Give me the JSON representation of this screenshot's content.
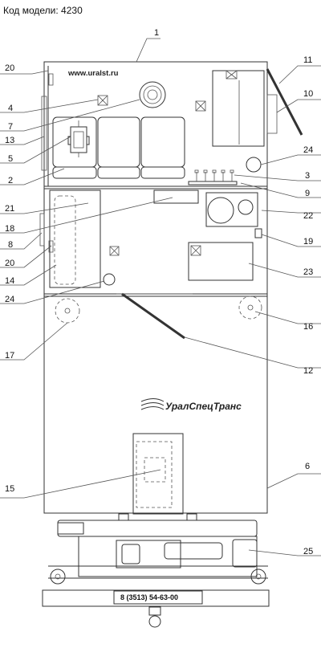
{
  "header": {
    "model_code": "Код модели: 4230"
  },
  "diagram": {
    "website": "www.uralst.ru",
    "brand": "УралСпецТранс",
    "phone": "8 (3513) 54-63-00",
    "callouts": [
      {
        "id": "c1",
        "label": "1"
      },
      {
        "id": "c20a",
        "label": "20"
      },
      {
        "id": "c11",
        "label": "11"
      },
      {
        "id": "c10",
        "label": "10"
      },
      {
        "id": "c4",
        "label": "4"
      },
      {
        "id": "c7",
        "label": "7"
      },
      {
        "id": "c13",
        "label": "13"
      },
      {
        "id": "c5",
        "label": "5"
      },
      {
        "id": "c24a",
        "label": "24"
      },
      {
        "id": "c2",
        "label": "2"
      },
      {
        "id": "c3",
        "label": "3"
      },
      {
        "id": "c9",
        "label": "9"
      },
      {
        "id": "c21",
        "label": "21"
      },
      {
        "id": "c22",
        "label": "22"
      },
      {
        "id": "c18",
        "label": "18"
      },
      {
        "id": "c8",
        "label": "8"
      },
      {
        "id": "c19",
        "label": "19"
      },
      {
        "id": "c20b",
        "label": "20"
      },
      {
        "id": "c14",
        "label": "14"
      },
      {
        "id": "c23",
        "label": "23"
      },
      {
        "id": "c24b",
        "label": "24"
      },
      {
        "id": "c16",
        "label": "16"
      },
      {
        "id": "c17",
        "label": "17"
      },
      {
        "id": "c12",
        "label": "12"
      },
      {
        "id": "c6",
        "label": "6"
      },
      {
        "id": "c15",
        "label": "15"
      },
      {
        "id": "c25",
        "label": "25"
      }
    ]
  }
}
